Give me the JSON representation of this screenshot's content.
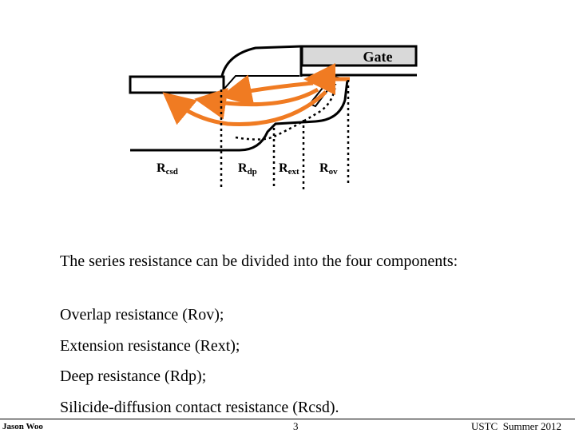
{
  "diagram": {
    "gate_label": "Gate",
    "resistor_labels": [
      {
        "main": "R",
        "sub": "csd"
      },
      {
        "main": "R",
        "sub": "dp"
      },
      {
        "main": "R",
        "sub": "ext"
      },
      {
        "main": "R",
        "sub": "ov"
      }
    ],
    "arrow_color": "#f07b22",
    "gate_fill": "#d9d9d9"
  },
  "text": {
    "intro": "The series resistance can be divided into the four components:",
    "items": [
      "Overlap resistance (Rov);",
      "Extension resistance (Rext);",
      "Deep resistance (Rdp);",
      "Silicide-diffusion contact resistance (Rcsd)."
    ]
  },
  "footer": {
    "author": "Jason Woo",
    "page": "3",
    "course": "USTC  Summer 2012"
  }
}
